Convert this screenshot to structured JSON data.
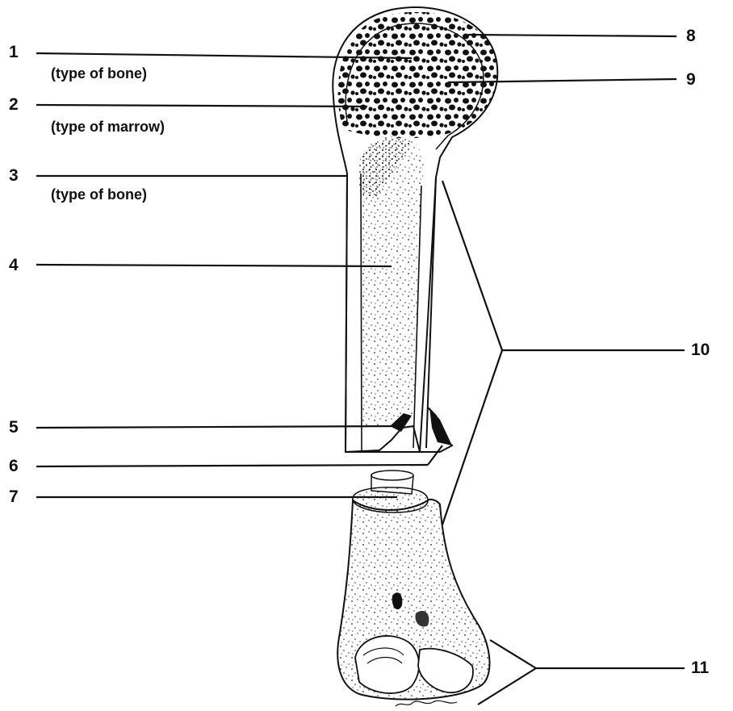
{
  "labels": {
    "l1": {
      "num": "1",
      "sub": "(type of bone)"
    },
    "l2": {
      "num": "2",
      "sub": "(type of marrow)"
    },
    "l3": {
      "num": "3",
      "sub": "(type of bone)"
    },
    "l4": {
      "num": "4"
    },
    "l5": {
      "num": "5"
    },
    "l6": {
      "num": "6"
    },
    "l7": {
      "num": "7"
    },
    "l8": {
      "num": "8"
    },
    "l9": {
      "num": "9"
    },
    "l10": {
      "num": "10"
    },
    "l11": {
      "num": "11"
    }
  },
  "colors": {
    "ink": "#111111",
    "paper": "#ffffff"
  }
}
